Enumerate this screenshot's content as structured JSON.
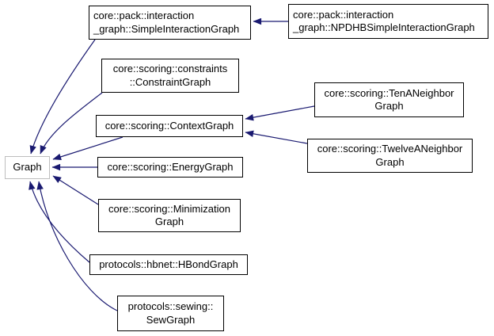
{
  "diagram": {
    "kind": "class-inheritance-graph",
    "colors": {
      "edge": "#191970",
      "node_border": "#000000",
      "current_node_border": "#bebebe",
      "text": "#000000",
      "background": "#ffffff"
    },
    "nodes": [
      {
        "id": "graph",
        "label": "Graph",
        "current": true
      },
      {
        "id": "simple-interaction-graph",
        "label": "core::pack::interaction\n_graph::SimpleInteractionGraph"
      },
      {
        "id": "npdhb-simple-interaction-graph",
        "label": "core::pack::interaction\n_graph::NPDHBSimpleInteractionGraph"
      },
      {
        "id": "constraint-graph",
        "label": "core::scoring::constraints\n::ConstraintGraph"
      },
      {
        "id": "context-graph",
        "label": "core::scoring::ContextGraph"
      },
      {
        "id": "ten-a-neighbor-graph",
        "label": "core::scoring::TenANeighbor\nGraph"
      },
      {
        "id": "twelve-a-neighbor-graph",
        "label": "core::scoring::TwelveANeighbor\nGraph"
      },
      {
        "id": "energy-graph",
        "label": "core::scoring::EnergyGraph"
      },
      {
        "id": "minimization-graph",
        "label": "core::scoring::Minimization\nGraph"
      },
      {
        "id": "hbond-graph",
        "label": "protocols::hbnet::HBondGraph"
      },
      {
        "id": "sew-graph",
        "label": "protocols::sewing::\nSewGraph"
      }
    ],
    "edges": [
      {
        "from": "npdhb-simple-interaction-graph",
        "to": "simple-interaction-graph"
      },
      {
        "from": "simple-interaction-graph",
        "to": "graph"
      },
      {
        "from": "constraint-graph",
        "to": "graph"
      },
      {
        "from": "ten-a-neighbor-graph",
        "to": "context-graph"
      },
      {
        "from": "twelve-a-neighbor-graph",
        "to": "context-graph"
      },
      {
        "from": "context-graph",
        "to": "graph"
      },
      {
        "from": "energy-graph",
        "to": "graph"
      },
      {
        "from": "minimization-graph",
        "to": "graph"
      },
      {
        "from": "hbond-graph",
        "to": "graph"
      },
      {
        "from": "sew-graph",
        "to": "graph"
      }
    ]
  }
}
